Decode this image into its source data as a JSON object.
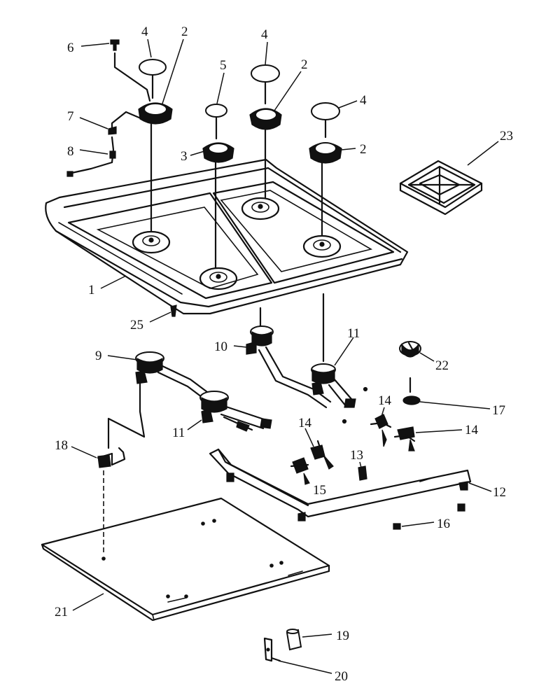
{
  "callouts": [
    {
      "key": "c1",
      "text": "1"
    },
    {
      "key": "c2a",
      "text": "2"
    },
    {
      "key": "c2b",
      "text": "2"
    },
    {
      "key": "c2c",
      "text": "2"
    },
    {
      "key": "c3",
      "text": "3"
    },
    {
      "key": "c4a",
      "text": "4"
    },
    {
      "key": "c4b",
      "text": "4"
    },
    {
      "key": "c4c",
      "text": "4"
    },
    {
      "key": "c5",
      "text": "5"
    },
    {
      "key": "c6",
      "text": "6"
    },
    {
      "key": "c7",
      "text": "7"
    },
    {
      "key": "c8",
      "text": "8"
    },
    {
      "key": "c9",
      "text": "9"
    },
    {
      "key": "c10",
      "text": "10"
    },
    {
      "key": "c11a",
      "text": "11"
    },
    {
      "key": "c11b",
      "text": "11"
    },
    {
      "key": "c12",
      "text": "12"
    },
    {
      "key": "c13",
      "text": "13"
    },
    {
      "key": "c14a",
      "text": "14"
    },
    {
      "key": "c14b",
      "text": "14"
    },
    {
      "key": "c14c",
      "text": "14"
    },
    {
      "key": "c15",
      "text": "15"
    },
    {
      "key": "c16",
      "text": "16"
    },
    {
      "key": "c17",
      "text": "17"
    },
    {
      "key": "c18",
      "text": "18"
    },
    {
      "key": "c19",
      "text": "19"
    },
    {
      "key": "c20",
      "text": "20"
    },
    {
      "key": "c21",
      "text": "21"
    },
    {
      "key": "c22",
      "text": "22"
    },
    {
      "key": "c23",
      "text": "23"
    },
    {
      "key": "c25",
      "text": "25"
    }
  ]
}
